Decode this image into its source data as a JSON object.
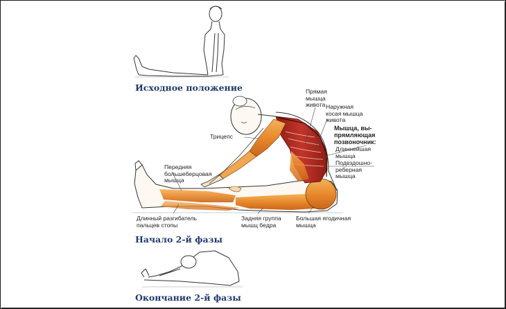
{
  "captions": {
    "start": "Исходное положение",
    "phase2_begin": "Начало 2-й фазы",
    "phase2_end": "Окончание 2-й фазы"
  },
  "labels": {
    "rectus_abdominis": [
      "Прямая",
      "мышца",
      "живота"
    ],
    "external_oblique": [
      "Наружная",
      "косая мышца",
      "живота"
    ],
    "erector_spinae": [
      "Мышца, вы-",
      "прямляющая",
      "позвоночник:"
    ],
    "longissimus": [
      "Длиннейшая",
      "мышца"
    ],
    "iliocostalis": [
      "Подвздошно-",
      "реберная",
      "мышца"
    ],
    "triceps": [
      "Трицепс"
    ],
    "tibialis_anterior": [
      "Передняя",
      "большеберцовая",
      "мышца"
    ],
    "extensor_digitorum_longus": [
      "Длинный разгибатель",
      "пальцев стопы"
    ],
    "hamstrings": [
      "Задняя группа",
      "мышц бедра"
    ],
    "gluteus_maximus": [
      "Большая ягодичная",
      "мышца"
    ]
  },
  "colors": {
    "caption": "#1f3a6e",
    "muscle_orange": "#e8892c",
    "muscle_red": "#b52a1e",
    "outline": "#333333"
  }
}
